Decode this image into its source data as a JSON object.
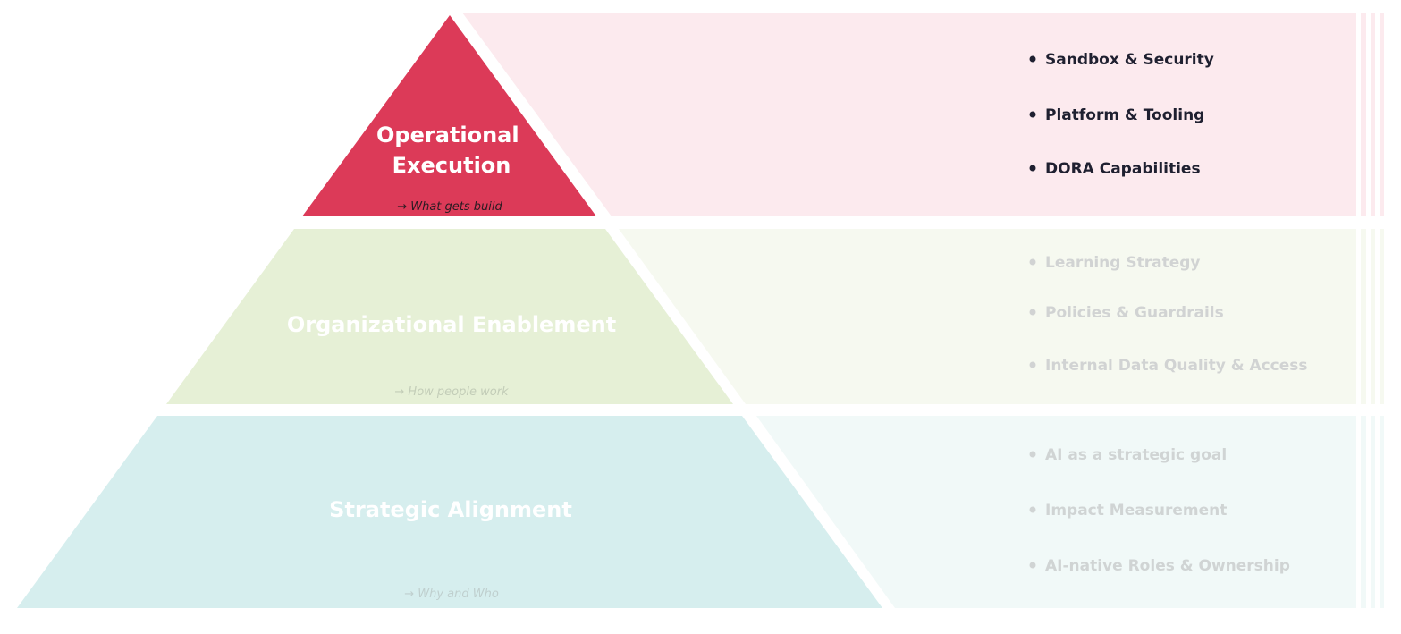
{
  "layers": [
    {
      "title_lines": [
        "Operational",
        "Execution"
      ],
      "subtitle": "→ What gets build",
      "items": [
        "Sandbox & Security",
        "Platform & Tooling",
        "DORA Capabilities"
      ],
      "shape_color": "#DC3A58",
      "band_color": "#FCEAEE",
      "title_color": "#FFFFFF",
      "subtitle_color": "#2A1B22",
      "item_color": "#1F2030",
      "state": "active"
    },
    {
      "title_lines": [
        "Organizational Enablement"
      ],
      "subtitle": "→ How people work",
      "items": [
        "Learning Strategy",
        "Policies & Guardrails",
        "Internal Data Quality & Access"
      ],
      "shape_color": "#E6F0D6",
      "band_color": "#F6F9F0",
      "title_color": "#FFFFFF",
      "subtitle_color": "#C3CDB8",
      "item_color": "#D1D3D3",
      "state": "dimmed"
    },
    {
      "title_lines": [
        "Strategic Alignment"
      ],
      "subtitle": "→ Why and Who",
      "items": [
        "AI as a strategic goal",
        "Impact Measurement",
        "AI-native Roles & Ownership"
      ],
      "shape_color": "#D6EEEE",
      "band_color": "#F1F9F8",
      "title_color": "#FFFFFF",
      "subtitle_color": "#BFCFCE",
      "item_color": "#D0D4D4",
      "state": "dimmed"
    }
  ],
  "separator_color": "#FFFFFF"
}
